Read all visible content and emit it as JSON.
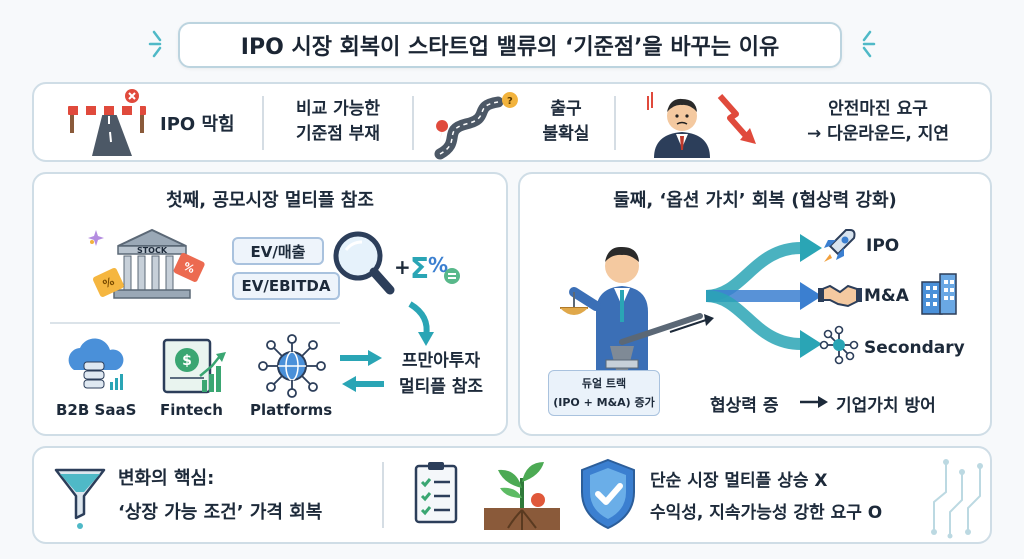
{
  "title": "IPO 시장 회복이 스타트업 밸류의 ‘기준점’을 바꾸는 이유",
  "top_bar": {
    "item1": "IPO 막힘",
    "item2_line1": "비교 가능한",
    "item2_line2": "기준점 부재",
    "item3_line1": "출구",
    "item3_line2": "불확실",
    "item4_line1": "안전마진 요구",
    "item4_line2": "→ 다운라운드, 지연"
  },
  "left_panel": {
    "title": "첫째, 공모시장 멀티플 참조",
    "stock_label": "STOCK",
    "metric1": "EV/매출",
    "metric2": "EV/EBITDA",
    "sector1": "B2B SaaS",
    "sector2": "Fintech",
    "sector3": "Platforms",
    "result_line1": "프만아투자",
    "result_line2": "멀티플 참조"
  },
  "right_panel": {
    "title": "둘째, ‘옵션 가치’ 회복 (협상력 강화)",
    "option1": "IPO",
    "option2": "M&A",
    "option3": "Secondary",
    "dual_line1": "듀얼 트랙",
    "dual_line2": "(IPO + M&A) 증가",
    "result_left": "협상력 증",
    "result_right": "기업가치 방어"
  },
  "bottom_bar": {
    "core_line1": "변화의 핵심:",
    "core_line2": "‘상장 가능 조건’ 가격 회복",
    "msg_line1": "단순 시장 멀티플 상승 X",
    "msg_line2": "수익성, 지속가능성 강한 요구 O"
  },
  "icons": {
    "road": "road-barrier-icon",
    "map": "winding-road-pin-icon",
    "investor": "worried-investor-down-arrow-icon",
    "stock": "stock-building-icon",
    "magnifier": "magnifier-icon",
    "formula": "sigma-percent-icon",
    "cloud": "cloud-database-icon",
    "fintech": "dollar-chart-icon",
    "platform": "network-globe-icon",
    "person": "businessman-scale-icon",
    "rocket": "rocket-icon",
    "handshake": "handshake-icon",
    "network": "network-nodes-icon",
    "funnel": "funnel-icon",
    "checklist": "checklist-icon",
    "plant": "plant-icon",
    "shield": "shield-check-icon"
  },
  "colors": {
    "accent_teal": "#2aa5b5",
    "accent_blue": "#3b7fd0",
    "card_border": "#cfdde6"
  }
}
